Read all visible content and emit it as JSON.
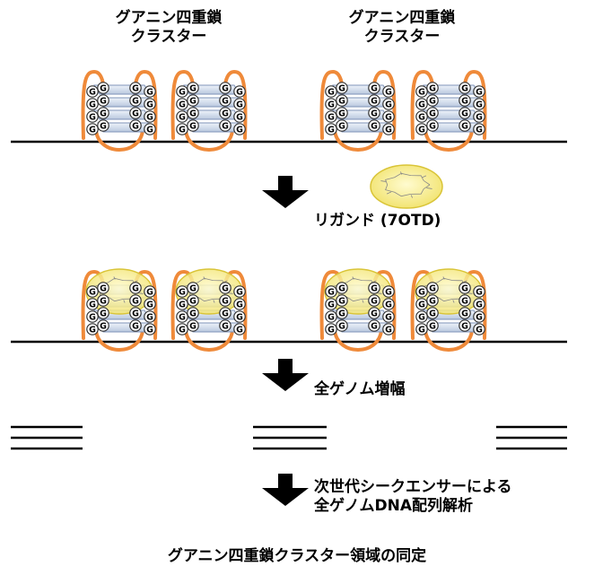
{
  "cluster_label_line1": "グアニン四重鎖",
  "cluster_label_line2": "クラスター",
  "ligand_label": "リガンド (7OTD)",
  "step_amplify": "全ゲノム増幅",
  "step_seq_line1": "次世代シークエンサーによる",
  "step_seq_line2": "全ゲノムDNA配列解析",
  "result_label": "グアニン四重鎖クラスター領域の同定",
  "nucleotide_letter": "G",
  "colors": {
    "loop": "#ef8a3a",
    "plate": "#dce6f2",
    "plate_edge": "#7f93b8",
    "ligand_fill": "#f7ef9a",
    "ligand_edge": "#d9c437",
    "line": "#000000"
  }
}
